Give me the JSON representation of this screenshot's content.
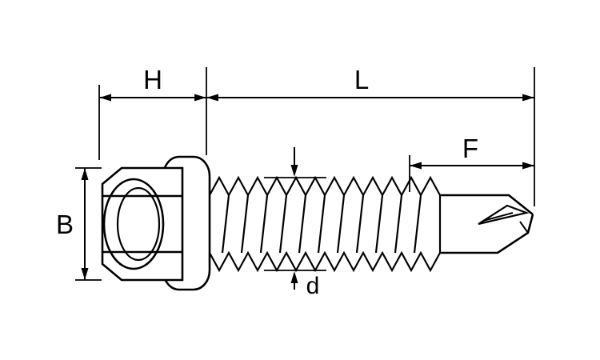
{
  "diagram": {
    "type": "technical-dimension-drawing",
    "subject": "hex-flange-head self-drilling screw",
    "colors": {
      "line": "#000000",
      "background": "#ffffff"
    },
    "dimensions": {
      "head_length_label": "H",
      "overall_length_label": "L",
      "point_length_label": "F",
      "head_width_label": "B",
      "thread_diameter_label": "d"
    }
  }
}
